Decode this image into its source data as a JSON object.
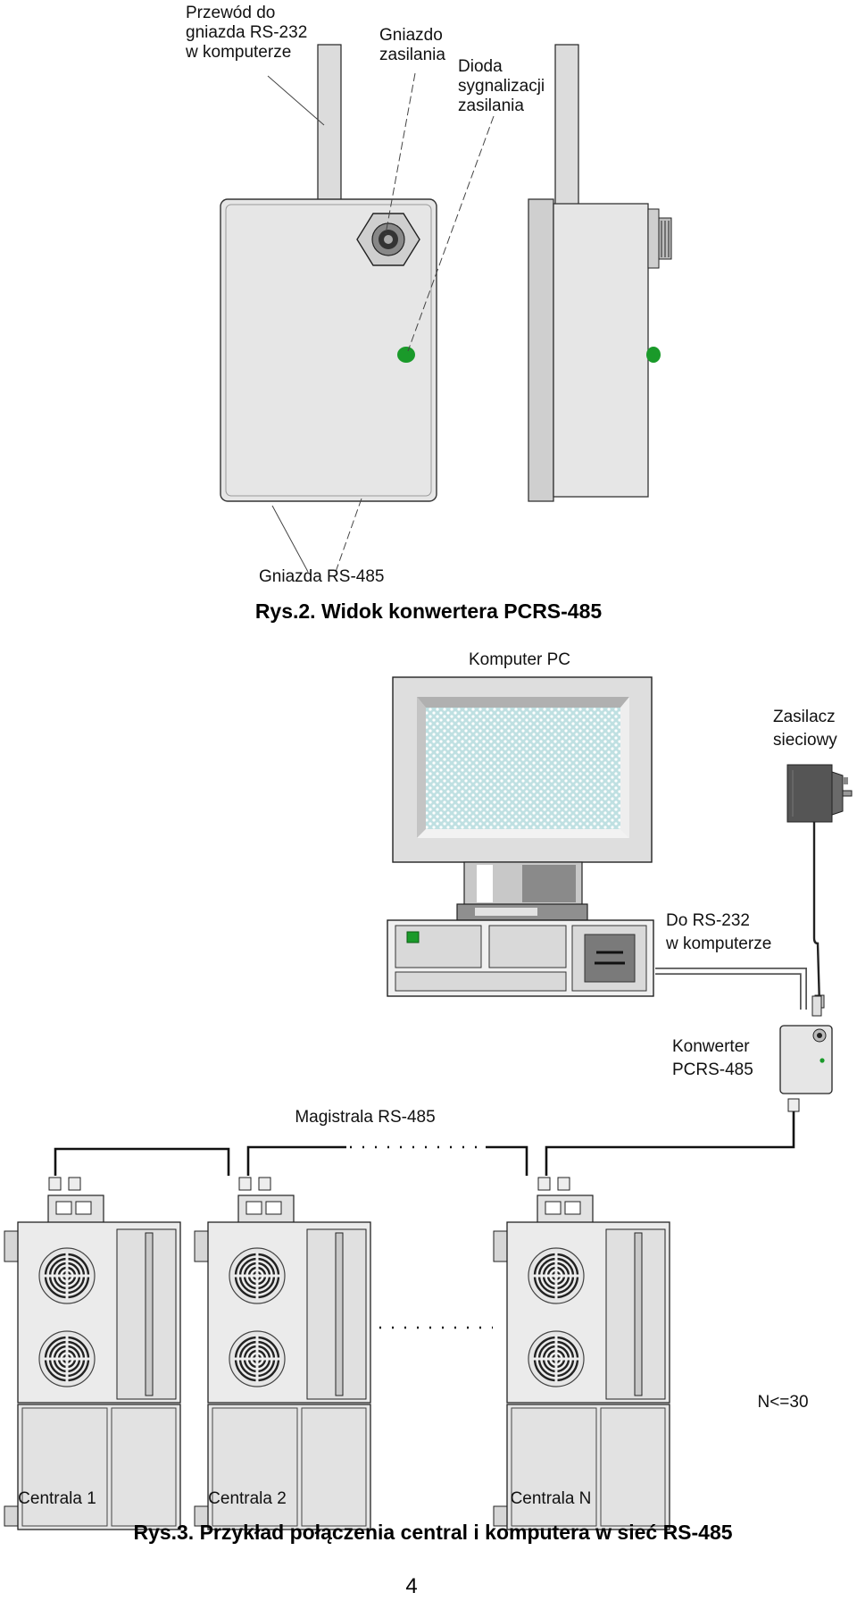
{
  "fig2": {
    "labels": {
      "rs232_cable": [
        "Przewód do",
        "gniazda RS-232",
        "w komputerze"
      ],
      "power_socket": [
        "Gniazdo",
        "zasilania"
      ],
      "power_led": [
        "Dioda",
        "sygnalizacji",
        "zasilania"
      ],
      "rs485_sockets": "Gniazda RS-485"
    },
    "caption": "Rys.2. Widok konwertera PCRS-485"
  },
  "fig3": {
    "labels": {
      "pc": "Komputer PC",
      "psu": [
        "Zasilacz",
        "sieciowy"
      ],
      "rs232": [
        "Do RS-232",
        "w komputerze"
      ],
      "converter": [
        "Konwerter",
        "PCRS-485"
      ],
      "bus": "Magistrala RS-485",
      "limit": "N<=30"
    },
    "centrals": [
      "Centrala 1",
      "Centrala 2",
      "Centrala N"
    ],
    "caption": "Rys.3. Przykład połączenia central i komputera w sieć RS-485"
  },
  "page_number": "4",
  "colors": {
    "housing": "#dcdcdc",
    "led": "#1a9a2a",
    "screen": "#9ecfd2"
  }
}
